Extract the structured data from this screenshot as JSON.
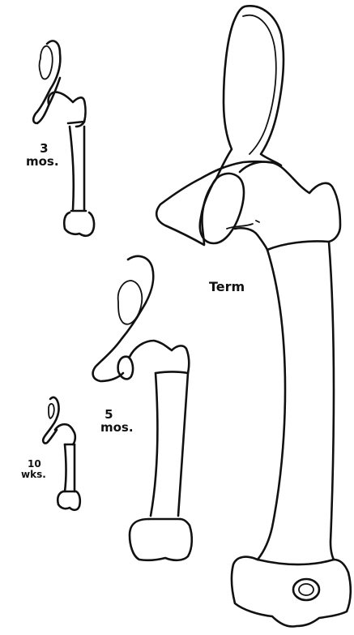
{
  "stages": {
    "three_months": {
      "age": "3",
      "unit": "mos."
    },
    "five_months": {
      "age": "5",
      "unit": "mos."
    },
    "ten_weeks": {
      "age": "10",
      "unit": "wks."
    },
    "term": {
      "label": "Term"
    }
  },
  "colors": {
    "ink": "#111111",
    "paper": "#ffffff"
  }
}
